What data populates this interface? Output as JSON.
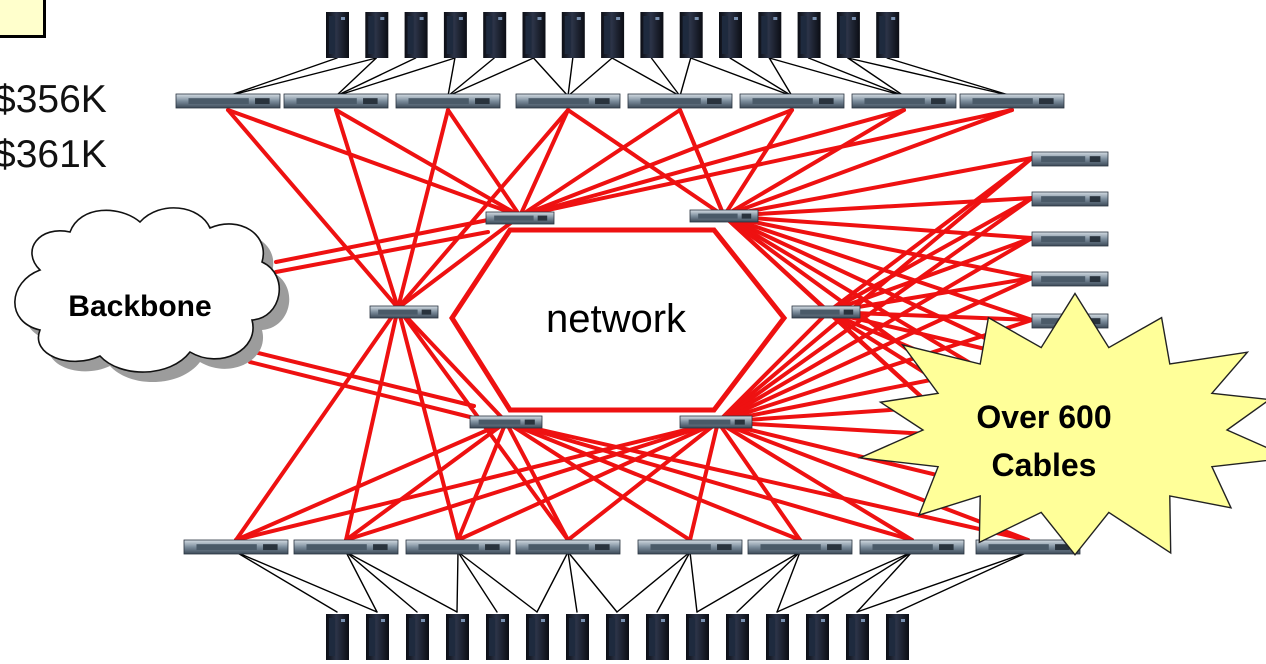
{
  "prices": [
    "$356K",
    "$361K"
  ],
  "center_label": "network",
  "backbone_label": "Backbone",
  "burst": {
    "line1": "Over 600",
    "line2": "Cables"
  },
  "colors": {
    "cable": "#ee1111",
    "burst_fill": "#ffff99",
    "corner_box": "#ffffcc"
  },
  "icons": {
    "server": "server-icon",
    "switch": "switch-icon",
    "cloud": "cloud-icon",
    "burst": "starburst-icon"
  },
  "counts": {
    "top_servers": 15,
    "bottom_servers": 15,
    "top_switches": 8,
    "bottom_switches": 8,
    "right_switches": 9,
    "core_switches": 6
  }
}
